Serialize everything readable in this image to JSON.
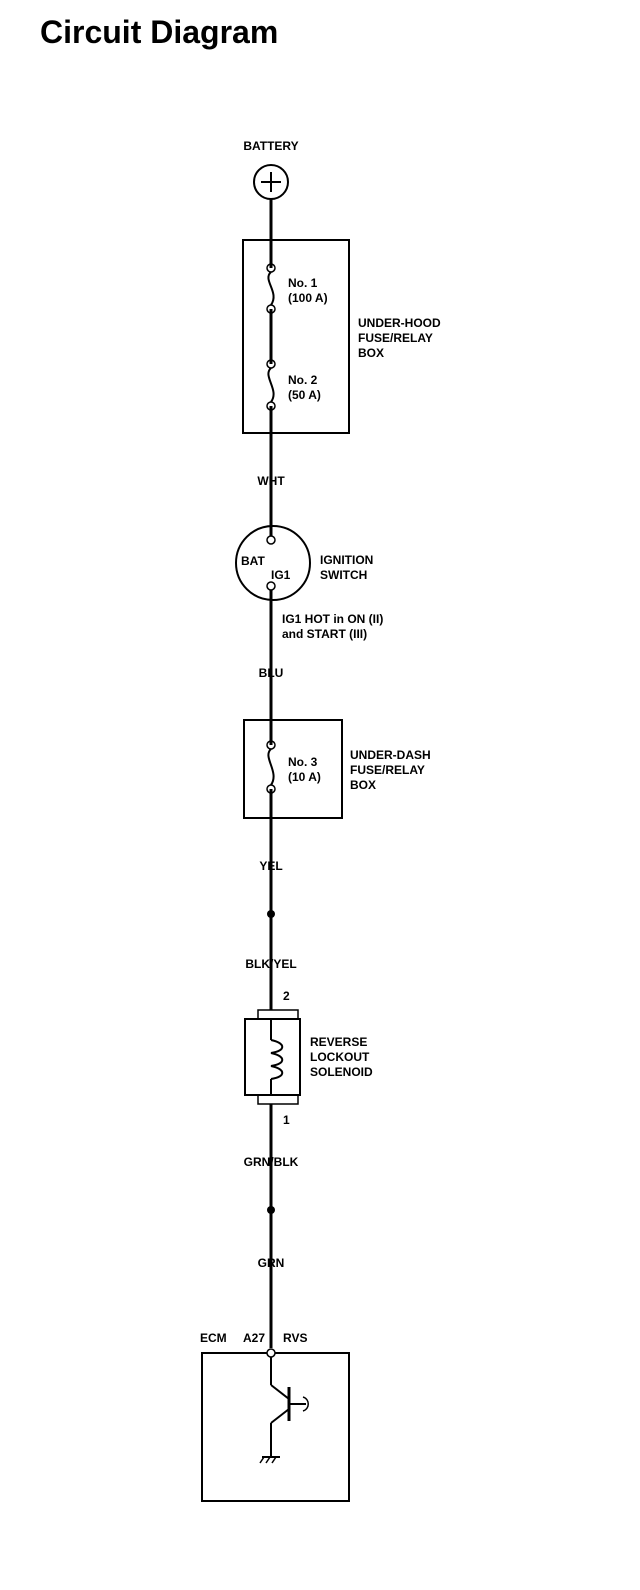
{
  "title": "Circuit Diagram",
  "battery": {
    "label": "BATTERY"
  },
  "underhood_box": {
    "label_line1": "UNDER-HOOD",
    "label_line2": "FUSE/RELAY",
    "label_line3": "BOX",
    "fuse1": {
      "name": "No. 1",
      "rating": "(100 A)"
    },
    "fuse2": {
      "name": "No. 2",
      "rating": "(50 A)"
    }
  },
  "wires": {
    "w1": "WHT",
    "w2": "BLU",
    "w3": "YEL",
    "w4": "BLK/YEL",
    "w5": "GRN/BLK",
    "w6": "GRN"
  },
  "ignition_switch": {
    "label_line1": "IGNITION",
    "label_line2": "SWITCH",
    "bat_terminal": "BAT",
    "ig1_terminal": "IG1",
    "note_line1": "IG1 HOT in ON (II)",
    "note_line2": "and START (III)"
  },
  "underdash_box": {
    "label_line1": "UNDER-DASH",
    "label_line2": "FUSE/RELAY",
    "label_line3": "BOX",
    "fuse3": {
      "name": "No. 3",
      "rating": "(10 A)"
    }
  },
  "solenoid": {
    "label_line1": "REVERSE",
    "label_line2": "LOCKOUT",
    "label_line3": "SOLENOID",
    "pin_top": "2",
    "pin_bottom": "1"
  },
  "ecm": {
    "label": "ECM",
    "pin": "A27",
    "signal": "RVS"
  }
}
